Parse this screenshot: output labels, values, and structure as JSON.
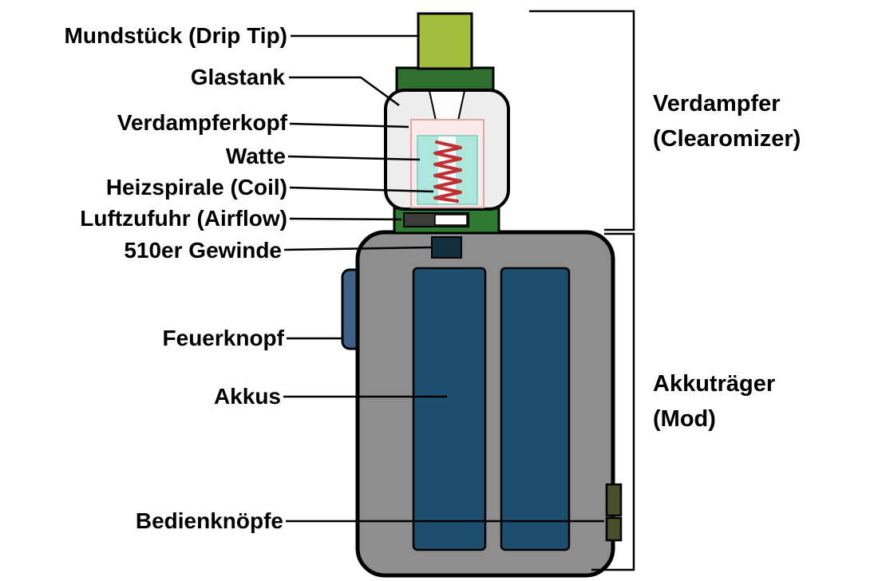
{
  "diagram": {
    "title_note": "",
    "part_labels": [
      {
        "id": "mundstueck",
        "text": "Mundstück (Drip Tip)"
      },
      {
        "id": "glastank",
        "text": "Glastank"
      },
      {
        "id": "verdampferkopf",
        "text": "Verdampferkopf"
      },
      {
        "id": "watte",
        "text": "Watte"
      },
      {
        "id": "heizspirale",
        "text": "Heizspirale (Coil)"
      },
      {
        "id": "luftzufuhr",
        "text": "Luftzufuhr (Airflow)"
      },
      {
        "id": "gewinde",
        "text": "510er Gewinde"
      },
      {
        "id": "feuerknopf",
        "text": "Feuerknopf"
      },
      {
        "id": "akkus",
        "text": "Akkus"
      },
      {
        "id": "bedienknoepfe",
        "text": "Bedienknöpfe"
      }
    ],
    "group_labels": [
      {
        "id": "verdampfer",
        "line1": "Verdampfer",
        "line2": "(Clearomizer)"
      },
      {
        "id": "akkutraeger",
        "line1": "Akkuträger",
        "line2": "(Mod)"
      }
    ],
    "colors": {
      "background": "#ffffff",
      "outline": "#000000",
      "drip_tip_green": "#a3bd3d",
      "cap_dark_green": "#2f6f2f",
      "tank_glass": "#ededed",
      "chimney_white": "#fdfdfd",
      "chamber_pink": "#fceaea",
      "cotton_cyan": "#ace6dd",
      "center_strip": "#fbfbfb",
      "coil_red": "#c03030",
      "airflow_green": "#2f7a2f",
      "airflow_slot": "#3b3b3b",
      "airflow_white": "#ffffff",
      "mod_gray": "#8e8e8e",
      "battery_blue": "#1d4e70",
      "fire_button_blue": "#3c6288",
      "connector_dark": "#12303f",
      "side_button_olive": "#4a4f28"
    }
  }
}
